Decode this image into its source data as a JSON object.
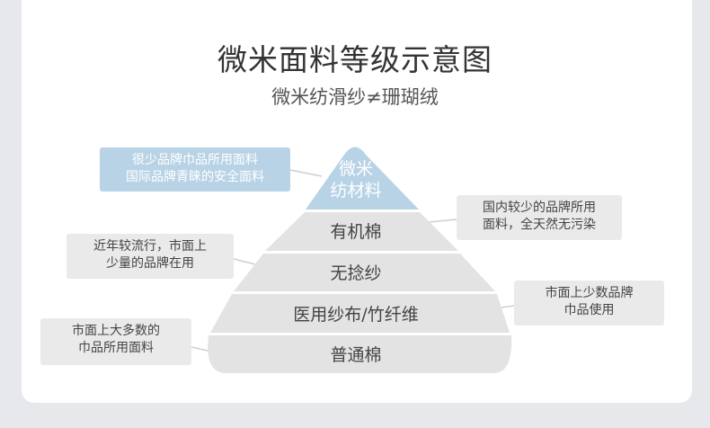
{
  "header": {
    "title": "微米面料等级示意图",
    "subtitle": "微米纺滑纱≠珊瑚绒"
  },
  "pyramid": {
    "apex": {
      "line1": "微米",
      "line2": "纺材料"
    },
    "tiers": [
      {
        "label": "有机棉"
      },
      {
        "label": "无捻纱"
      },
      {
        "label": "医用纱布/竹纤维"
      },
      {
        "label": "普通棉"
      }
    ]
  },
  "callouts": {
    "apex_note": {
      "line1": "很少品牌巾品所用面料",
      "line2": "国际品牌青睐的安全面料"
    },
    "organic_note": {
      "line1": "国内较少的品牌所用",
      "line2": "面料，全天然无污染"
    },
    "twistless_note": {
      "line1": "近年较流行，市面上",
      "line2": "少量的品牌在用"
    },
    "medical_note": {
      "line1": "市面上少数品牌",
      "line2": "巾品使用"
    },
    "cotton_note": {
      "line1": "市面上大多数的",
      "line2": "巾品所用面料"
    }
  },
  "colors": {
    "apex": "#b8d3e6",
    "tier": "#e3e3e3",
    "callout_gray": "#eaeaea",
    "connector": "#cfcfcf"
  }
}
